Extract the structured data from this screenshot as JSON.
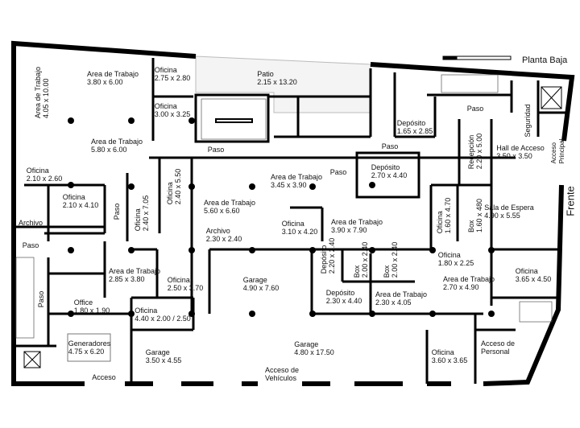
{
  "title": "Planta Baja",
  "frente": "Frente",
  "rooms": [
    {
      "name": "Area de Trabajo",
      "size": "3.80 x 6.00"
    },
    {
      "name": "Oficina",
      "size": "2.75 x 2.80"
    },
    {
      "name": "Patio",
      "size": "2.15 x 13.20"
    },
    {
      "name": "Area de Trabajo",
      "size": "4.05 x 10.00"
    },
    {
      "name": "Oficina",
      "size": "3.00 x 3.25"
    },
    {
      "name": "Area de Trabajo",
      "size": "5.80 x 6.00"
    },
    {
      "name": "Paso",
      "size": ""
    },
    {
      "name": "Depósito",
      "size": "1.65 x 2.85"
    },
    {
      "name": "Paso",
      "size": ""
    },
    {
      "name": "Paso",
      "size": ""
    },
    {
      "name": "Seguridad",
      "size": ""
    },
    {
      "name": "Hall de Acceso",
      "size": "3.50 x 3.50"
    },
    {
      "name": "Acceso",
      "size": "Principal"
    },
    {
      "name": "Recepción",
      "size": "2.20 x 5.00"
    },
    {
      "name": "Depósito",
      "size": "2.70 x 4.40"
    },
    {
      "name": "Paso",
      "size": ""
    },
    {
      "name": "Area de Trabajo",
      "size": "3.45 x 3.90"
    },
    {
      "name": "Oficina",
      "size": "2.10 x 2.60"
    },
    {
      "name": "Oficina",
      "size": "2.10 x 4.10"
    },
    {
      "name": "Oficina",
      "size": "2.40 x 7.05"
    },
    {
      "name": "Oficina",
      "size": "2.40 x 5.50"
    },
    {
      "name": "Area de Trabajo",
      "size": "5.60 x 6.60"
    },
    {
      "name": "Paso",
      "size": ""
    },
    {
      "name": "Sala de Espera",
      "size": "4.90 x 5.55"
    },
    {
      "name": "Oficina",
      "size": "1.60 x 4.70"
    },
    {
      "name": "Box",
      "size": "1.60 x 480"
    },
    {
      "name": "Area de Trabajo",
      "size": "3.90 x 7.90"
    },
    {
      "name": "Oficina",
      "size": "3.10 x 4.20"
    },
    {
      "name": "Archivo",
      "size": ""
    },
    {
      "name": "Archivo",
      "size": "2.30 x 2.40"
    },
    {
      "name": "Paso",
      "size": ""
    },
    {
      "name": "Area de Trabajo",
      "size": "2.85 x 3.80"
    },
    {
      "name": "Oficina",
      "size": "2.50 x 3.70"
    },
    {
      "name": "Garage",
      "size": "4.90 x 7.60"
    },
    {
      "name": "Depósito",
      "size": "2.20 x 2.40"
    },
    {
      "name": "Box",
      "size": "2.00 x 2.40"
    },
    {
      "name": "Box",
      "size": "2.00 x 2.40"
    },
    {
      "name": "Oficina",
      "size": "1.80 x 2.25"
    },
    {
      "name": "Area de Trabajo",
      "size": "2.70 x 4.90"
    },
    {
      "name": "Oficina",
      "size": "3.65 x 4.50"
    },
    {
      "name": "Depósito",
      "size": "2.30 x 4.40"
    },
    {
      "name": "Area de Trabajo",
      "size": "2.30 x 4.05"
    },
    {
      "name": "Paso",
      "size": ""
    },
    {
      "name": "Office",
      "size": "1.80 x 1.90"
    },
    {
      "name": "Oficina",
      "size": "4.40 x 2.00 / 2.50"
    },
    {
      "name": "Generadores",
      "size": "4.75 x 6.20"
    },
    {
      "name": "Garage",
      "size": "3.50 x 4.55"
    },
    {
      "name": "Garage",
      "size": "4.80 x 17.50"
    },
    {
      "name": "Acceso de",
      "size": "Vehículos"
    },
    {
      "name": "Acceso",
      "size": ""
    },
    {
      "name": "Oficina",
      "size": "3.60 x 3.65"
    },
    {
      "name": "Acceso de",
      "size": "Personal"
    }
  ]
}
